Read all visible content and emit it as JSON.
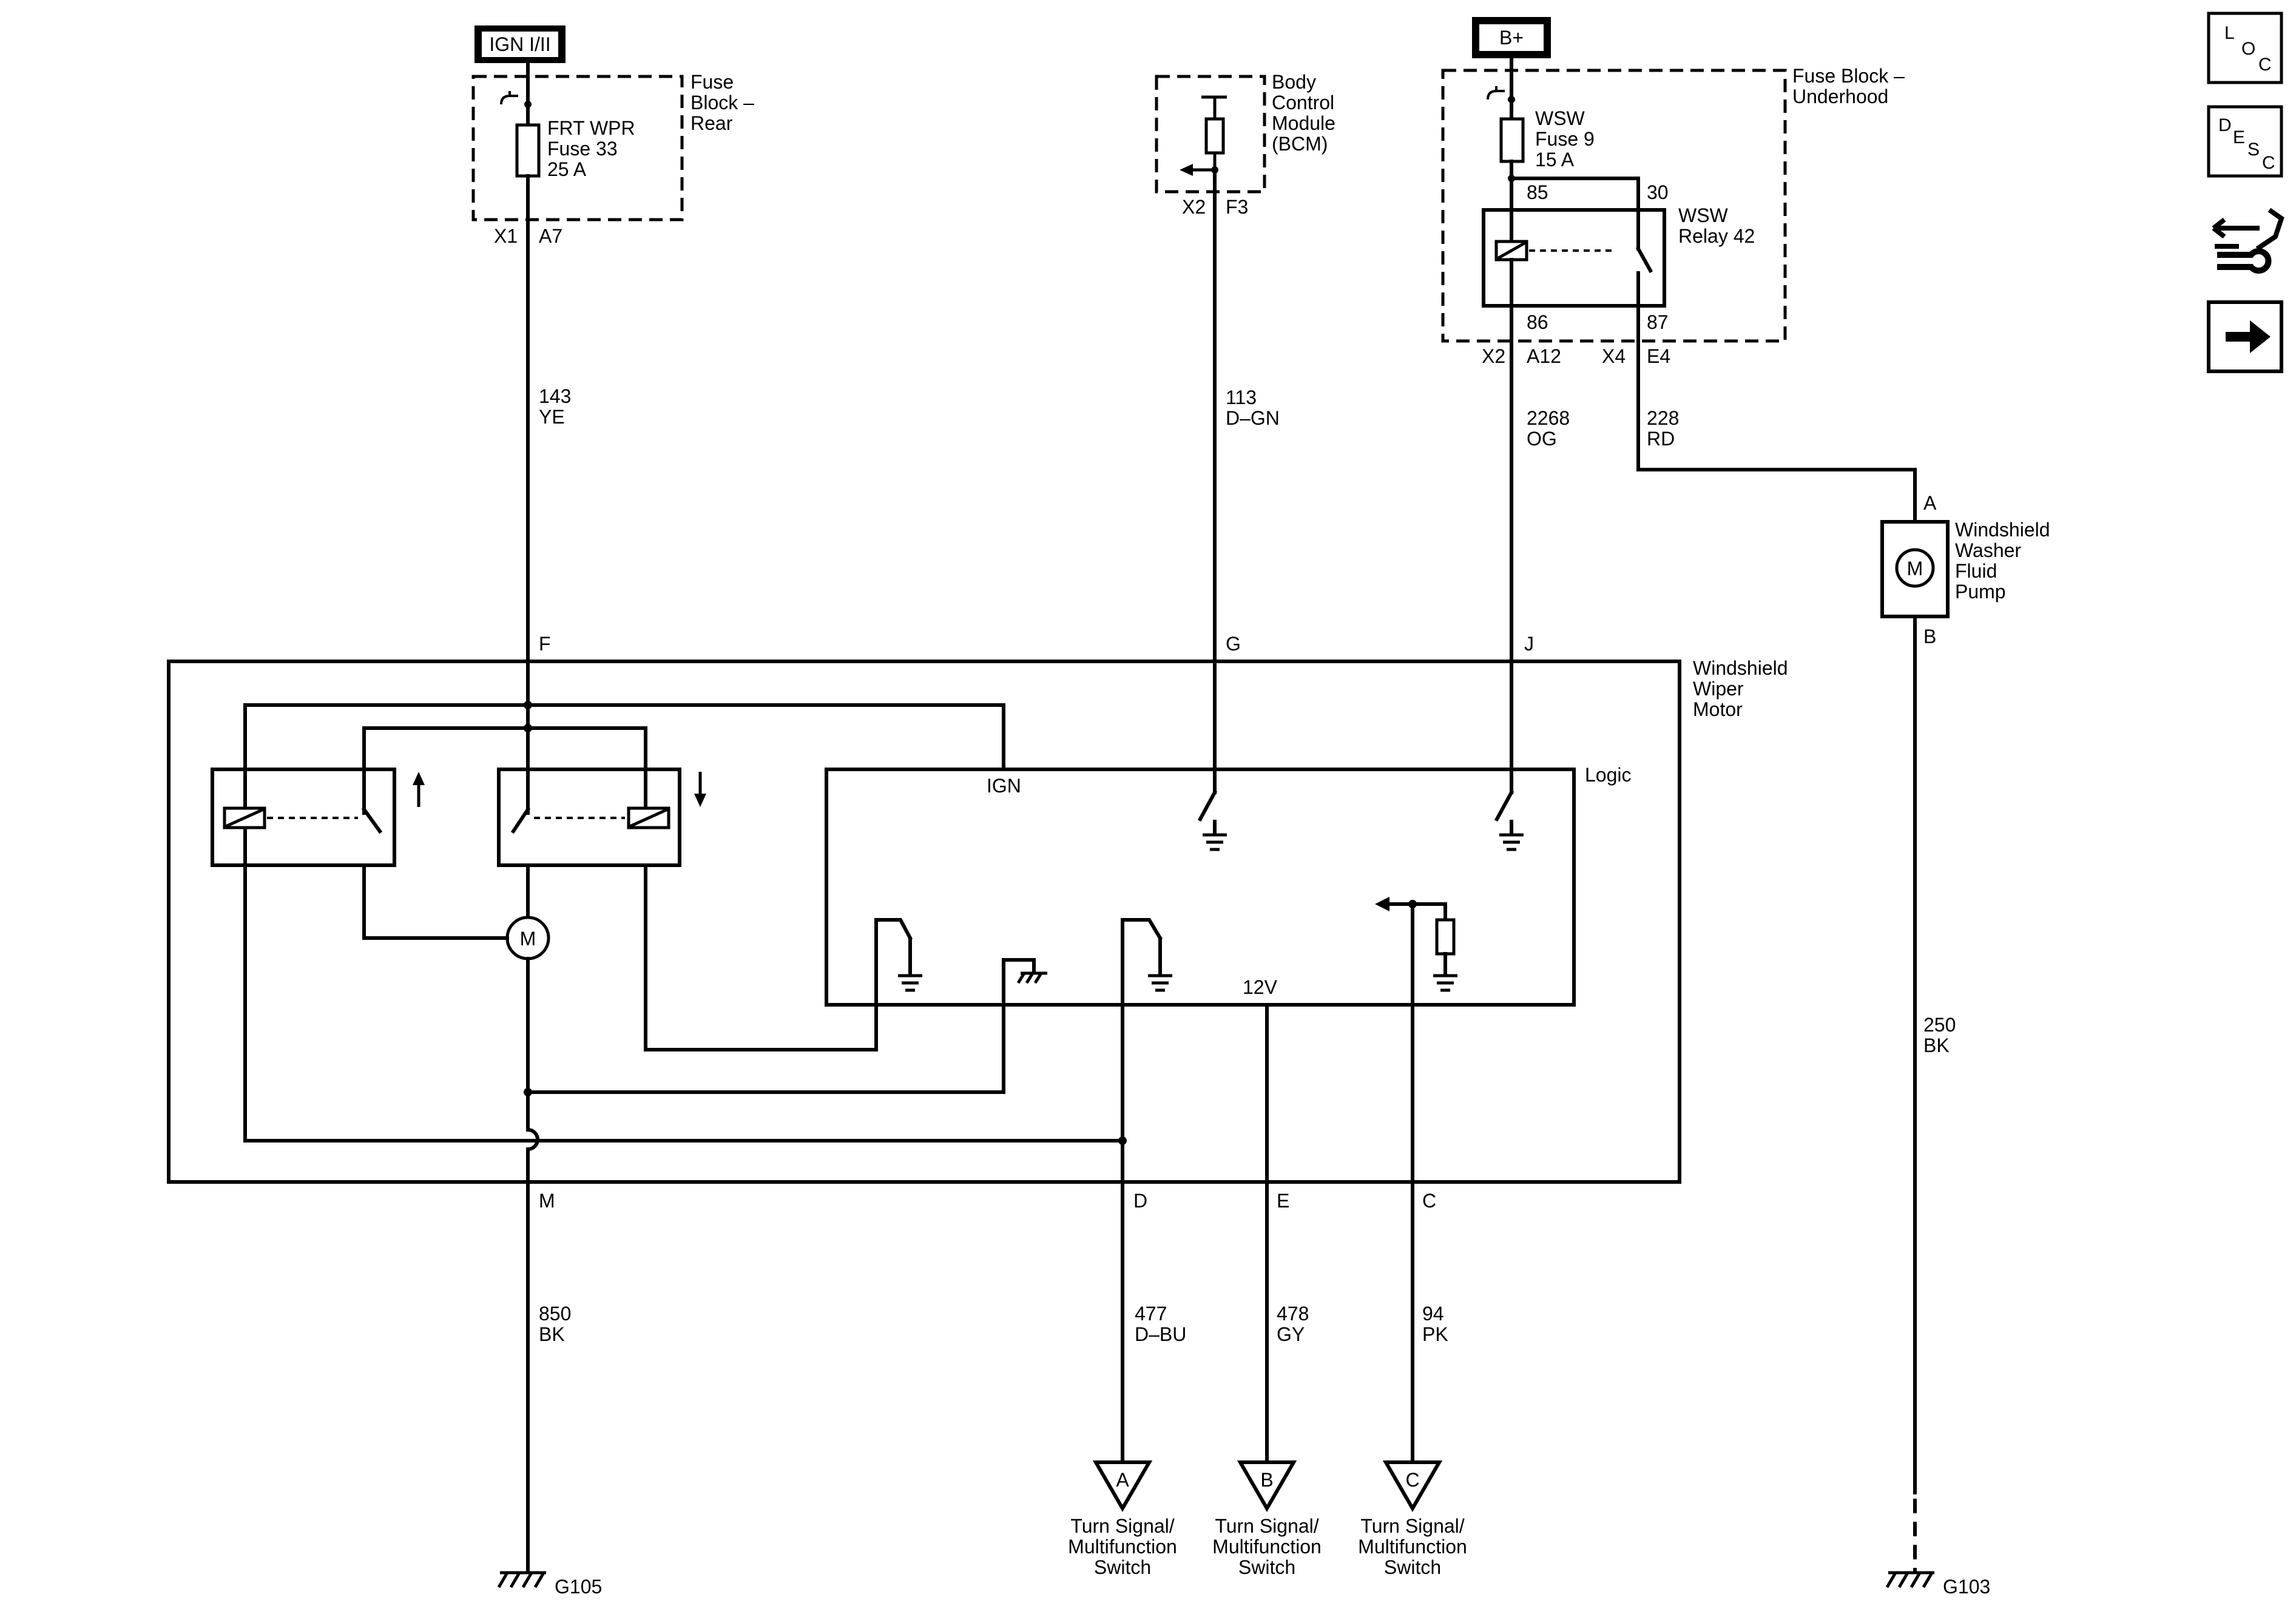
{
  "sources": {
    "ign": "IGN I/II",
    "battery": "B+"
  },
  "fuse_block_rear": {
    "title": [
      "Fuse",
      "Block –",
      "Rear"
    ],
    "fuse": [
      "FRT WPR",
      "Fuse 33",
      "25 A"
    ],
    "conn": "X1",
    "pin": "A7"
  },
  "bcm": {
    "title": [
      "Body",
      "Control",
      "Module",
      "(BCM)"
    ],
    "conn": "X2",
    "pin": "F3"
  },
  "fuse_block_underhood": {
    "title": [
      "Fuse Block –",
      "Underhood"
    ],
    "fuse": [
      "WSW",
      "Fuse 9",
      "15 A"
    ],
    "relay": [
      "WSW",
      "Relay 42"
    ],
    "relay_pins": {
      "p85": "85",
      "p30": "30",
      "p86": "86",
      "p87": "87"
    },
    "conn_left": "X2",
    "pin_left": "A12",
    "conn_right": "X4",
    "pin_right": "E4"
  },
  "wires": {
    "w143": [
      "143",
      "YE"
    ],
    "w113": [
      "113",
      "D–GN"
    ],
    "w2268": [
      "2268",
      "OG"
    ],
    "w228": [
      "228",
      "RD"
    ],
    "w250": [
      "250",
      "BK"
    ],
    "w850": [
      "850",
      "BK"
    ],
    "w477": [
      "477",
      "D–BU"
    ],
    "w478": [
      "478",
      "GY"
    ],
    "w94": [
      "94",
      "PK"
    ]
  },
  "pump": {
    "title": [
      "Windshield",
      "Washer",
      "Fluid",
      "Pump"
    ],
    "pin_top": "A",
    "pin_bottom": "B",
    "symbol": "M"
  },
  "motor": {
    "title": [
      "Windshield",
      "Wiper",
      "Motor"
    ],
    "pins_top": {
      "f": "F",
      "g": "G",
      "j": "J"
    },
    "pins_bottom": {
      "m": "M",
      "d": "D",
      "e": "E",
      "c": "C"
    },
    "logic": "Logic",
    "ign": "IGN",
    "v12": "12V",
    "symbol": "M"
  },
  "offpage": [
    {
      "letter": "A",
      "label": [
        "Turn Signal/",
        "Multifunction",
        "Switch"
      ]
    },
    {
      "letter": "B",
      "label": [
        "Turn Signal/",
        "Multifunction",
        "Switch"
      ]
    },
    {
      "letter": "C",
      "label": [
        "Turn Signal/",
        "Multifunction",
        "Switch"
      ]
    }
  ],
  "grounds": {
    "left": "G105",
    "right": "G103"
  },
  "nav": {
    "loc": [
      "L",
      "O",
      "C"
    ],
    "desc": [
      "D",
      "E",
      "S",
      "C"
    ],
    "icons": [
      "connector-repair-icon",
      "next-page-arrow-icon"
    ]
  }
}
